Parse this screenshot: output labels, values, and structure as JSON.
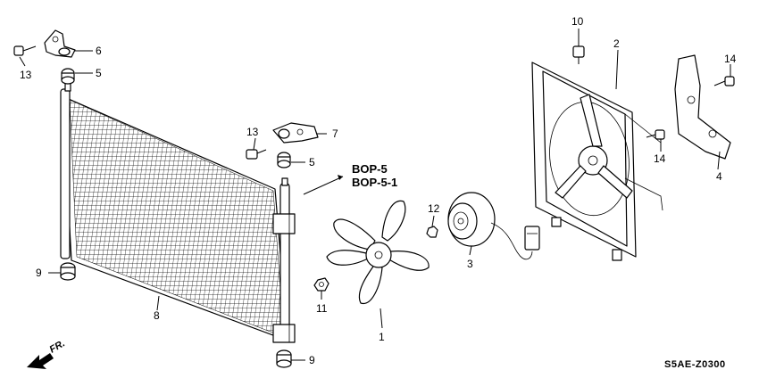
{
  "callouts": {
    "c1": "1",
    "c2": "2",
    "c3": "3",
    "c4": "4",
    "c5a": "5",
    "c5b": "5",
    "c6": "6",
    "c7": "7",
    "c8": "8",
    "c9a": "9",
    "c9b": "9",
    "c10": "10",
    "c11": "11",
    "c12": "12",
    "c13a": "13",
    "c13b": "13",
    "c14a": "14",
    "c14b": "14"
  },
  "reference": {
    "line1": "BOP-5",
    "line2": "BOP-5-1"
  },
  "diagram_code": "S5AE-Z0300",
  "direction_label": "FR."
}
